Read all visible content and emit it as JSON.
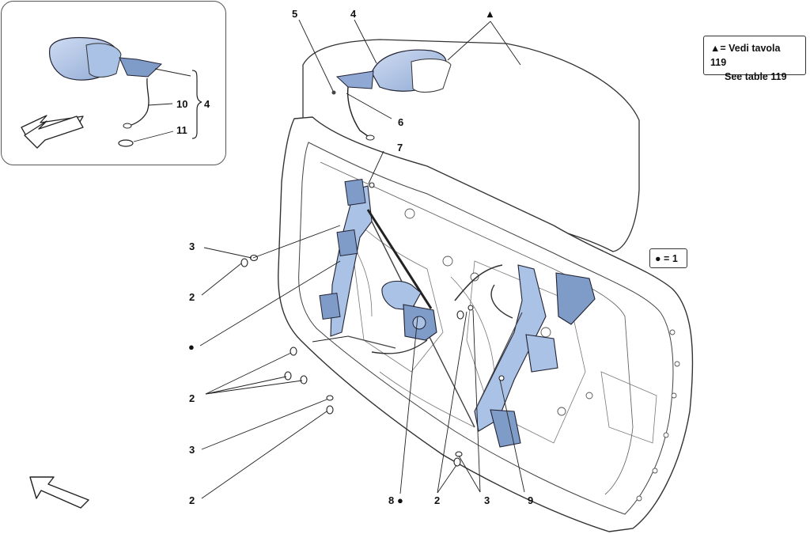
{
  "legend_table": {
    "symbol": "▲",
    "line1": "= Vedi tavola 119",
    "line2": "See table 119"
  },
  "legend_dot": {
    "symbol": "●",
    "text": "= 1"
  },
  "callouts": {
    "c5": "5",
    "c4_top": "4",
    "c6": "6",
    "c7": "7",
    "triangle_top": "▲",
    "c3_left": "3",
    "c2_left": "2",
    "dot_left": "●",
    "c2_mid": "2",
    "c3_low": "3",
    "c2_bottom": "2",
    "c8": "8",
    "dot_c8": "●",
    "c2_center": "2",
    "c3_center": "3",
    "c9": "9"
  },
  "inset_callouts": {
    "c10": "10",
    "c11": "11",
    "c4_group": "4"
  },
  "colors": {
    "part_fill": "#a9c2e6",
    "part_fill_dark": "#7f9cc8",
    "line": "#222222",
    "frame": "#555555"
  },
  "icons": {
    "view_arrow": "direction-arrow-icon"
  }
}
